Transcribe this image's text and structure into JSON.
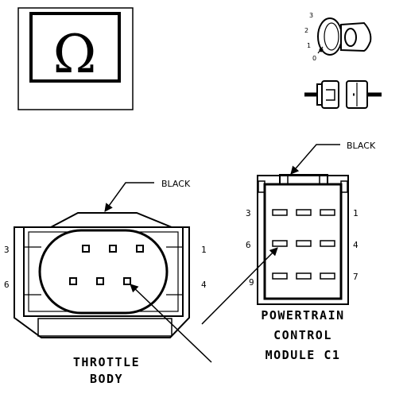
{
  "symbol": {
    "name": "ohms",
    "glyph": "Ω"
  },
  "ignition": {
    "positions": [
      "3",
      "2",
      "1",
      "0"
    ]
  },
  "throttle_body": {
    "title_line1": "THROTTLE",
    "title_line2": "BODY",
    "wire_color": "BLACK",
    "pin_labels": [
      "3",
      "1",
      "6",
      "4"
    ]
  },
  "pcm": {
    "title_line1": "POWERTRAIN",
    "title_line2": "CONTROL",
    "title_line3": "MODULE C1",
    "wire_color": "BLACK",
    "pin_labels": [
      "3",
      "1",
      "6",
      "4",
      "9",
      "7"
    ]
  }
}
